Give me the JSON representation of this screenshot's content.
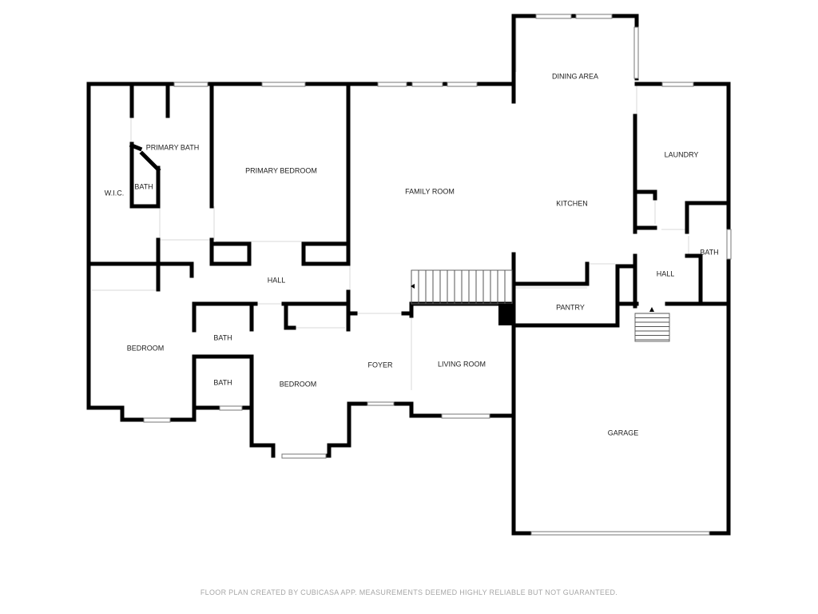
{
  "rooms": {
    "dining_area": "DINING AREA",
    "laundry": "LAUNDRY",
    "primary_bath": "PRIMARY BATH",
    "primary_bedroom": "PRIMARY BEDROOM",
    "family_room": "FAMILY ROOM",
    "kitchen": "KITCHEN",
    "wic": "W.I.C.",
    "bath_primary": "BATH",
    "hall_main": "HALL",
    "pantry": "PANTRY",
    "hall_rear": "HALL",
    "bath_rear": "BATH",
    "bedroom_left": "BEDROOM",
    "bath_upper": "BATH",
    "bath_lower": "BATH",
    "bedroom_center": "BEDROOM",
    "foyer": "FOYER",
    "living_room": "LIVING ROOM",
    "garage": "GARAGE"
  },
  "footer": "FLOOR PLAN CREATED BY CUBICASA APP. MEASUREMENTS DEEMED HIGHLY RELIABLE BUT NOT GUARANTEED."
}
